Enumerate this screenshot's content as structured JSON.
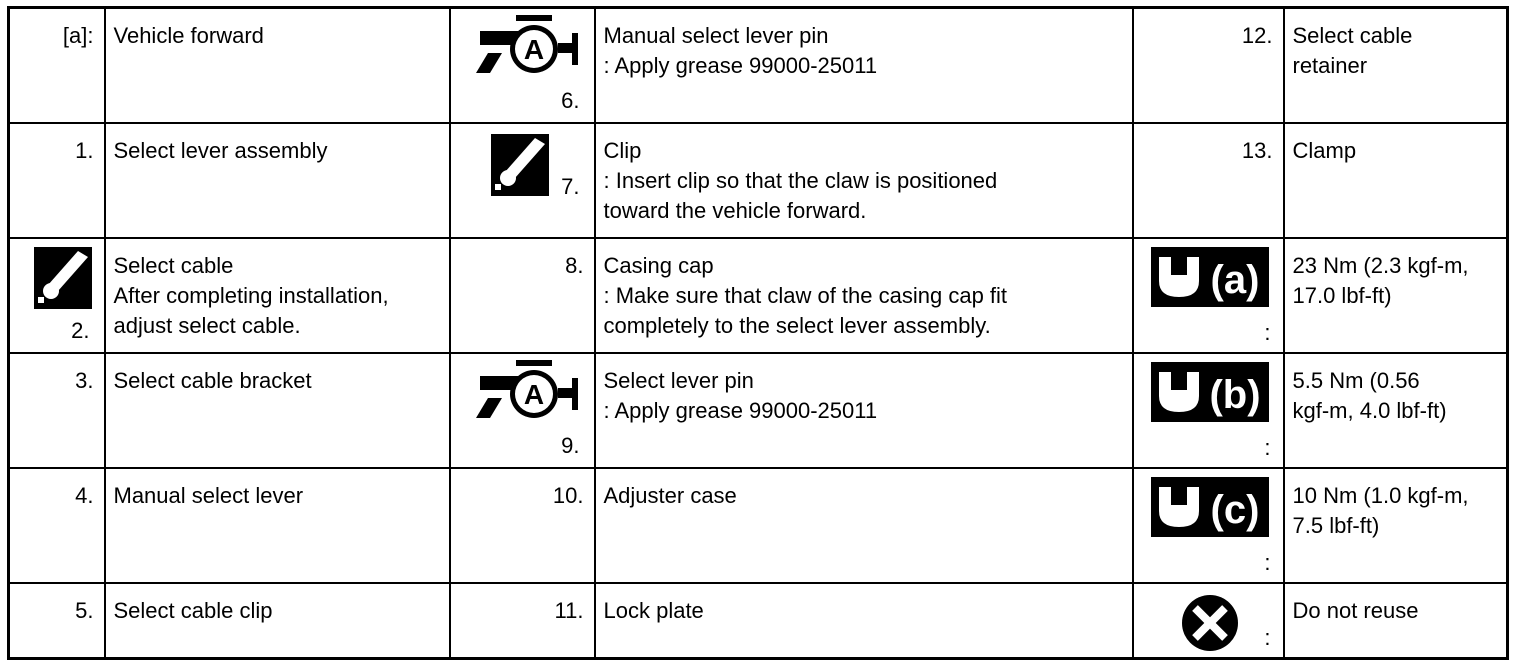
{
  "rows": [
    {
      "c1": {
        "num": "[a]:",
        "icon": null
      },
      "c2": [
        "Vehicle forward"
      ],
      "c3": {
        "num": "6.",
        "icon": "grease-a-icon"
      },
      "c4": [
        "Manual select lever pin",
        ": Apply grease 99000-25011"
      ],
      "c5": {
        "num": "12.",
        "icon": null
      },
      "c6": [
        "Select cable",
        "retainer"
      ]
    },
    {
      "c1": {
        "num": "1.",
        "icon": null
      },
      "c2": [
        "Select lever assembly"
      ],
      "c3": {
        "num": "7.",
        "icon": "sealant-brush-icon"
      },
      "c4": [
        "Clip",
        ": Insert clip so that the claw is positioned",
        "toward the vehicle forward."
      ],
      "c5": {
        "num": "13.",
        "icon": null
      },
      "c6": [
        "Clamp"
      ]
    },
    {
      "c1": {
        "num": "2.",
        "icon": "sealant-brush-icon"
      },
      "c2": [
        "Select cable",
        "After completing installation,",
        "adjust select cable."
      ],
      "c3": {
        "num": "8.",
        "icon": null
      },
      "c4": [
        "Casing cap",
        ": Make sure that claw of the casing cap fit",
        "completely to the select lever assembly."
      ],
      "c5": {
        "num": ":",
        "icon": "torque-wrench-icon",
        "letter": "(a)"
      },
      "c6": [
        "23 Nm (2.3 kgf-m,",
        "17.0 lbf-ft)"
      ]
    },
    {
      "c1": {
        "num": "3.",
        "icon": null
      },
      "c2": [
        "Select cable bracket"
      ],
      "c3": {
        "num": "9.",
        "icon": "grease-a-icon"
      },
      "c4": [
        "Select lever pin",
        ": Apply grease 99000-25011"
      ],
      "c5": {
        "num": ":",
        "icon": "torque-wrench-icon",
        "letter": "(b)"
      },
      "c6": [
        "5.5 Nm (0.56",
        "kgf-m, 4.0 lbf-ft)"
      ]
    },
    {
      "c1": {
        "num": "4.",
        "icon": null
      },
      "c2": [
        "Manual select lever"
      ],
      "c3": {
        "num": "10.",
        "icon": null
      },
      "c4": [
        "Adjuster case"
      ],
      "c5": {
        "num": ":",
        "icon": "torque-wrench-icon",
        "letter": "(c)"
      },
      "c6": [
        "10 Nm (1.0 kgf-m,",
        "7.5 lbf-ft)"
      ]
    },
    {
      "c1": {
        "num": "5.",
        "icon": null
      },
      "c2": [
        "Select cable clip"
      ],
      "c3": {
        "num": "11.",
        "icon": null
      },
      "c4": [
        "Lock plate"
      ],
      "c5": {
        "num": ":",
        "icon": "do-not-reuse-icon"
      },
      "c6": [
        "Do not reuse"
      ]
    }
  ]
}
